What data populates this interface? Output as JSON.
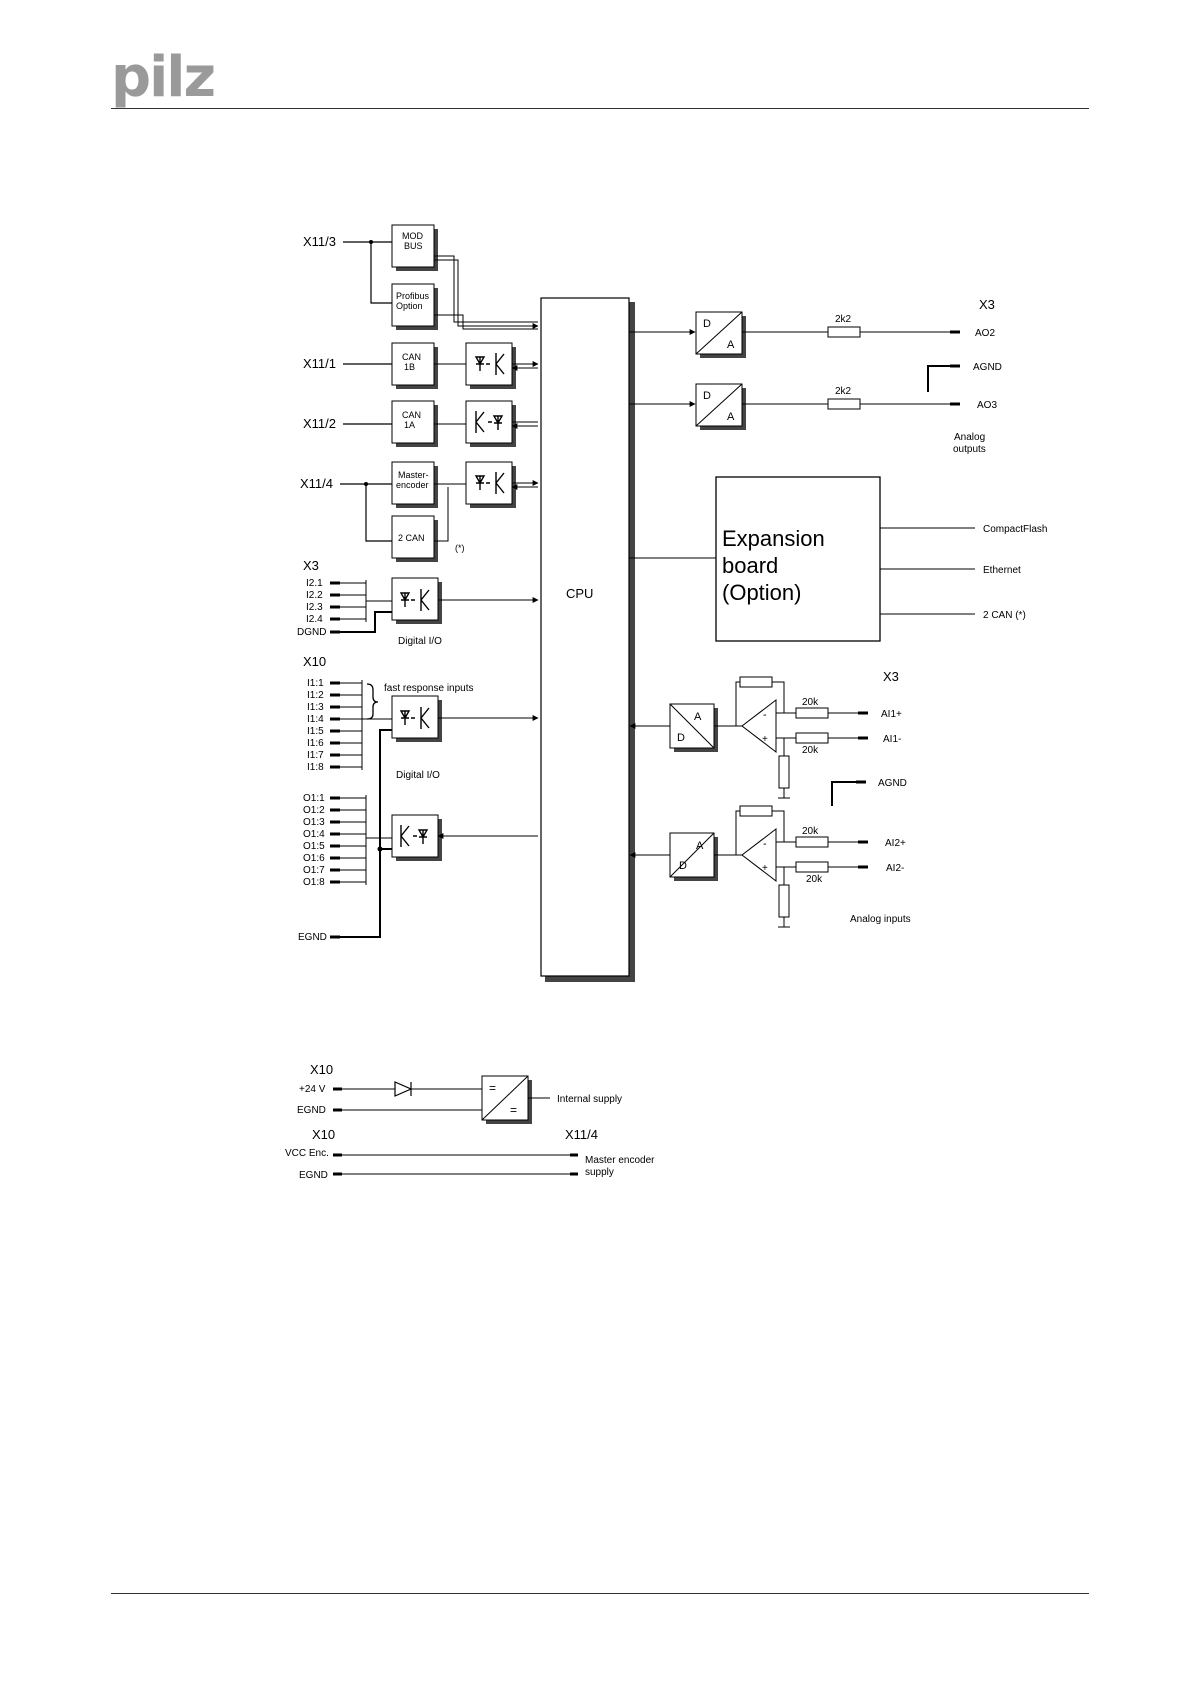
{
  "header": {
    "logo": "pilz"
  },
  "diagram": {
    "cpu_label": "CPU",
    "connectors": {
      "x11_3": "X11/3",
      "x11_1": "X11/1",
      "x11_2": "X11/2",
      "x11_4": "X11/4",
      "x3_inputs": "X3",
      "x10_inputs": "X10",
      "x3_outputs": "X3",
      "x3_analog_in": "X3"
    },
    "blocks": {
      "modbus": [
        "MOD",
        "BUS"
      ],
      "profibus": [
        "Profibus",
        "Option"
      ],
      "can1b": [
        "CAN",
        "1B"
      ],
      "can1a": [
        "CAN",
        "1A"
      ],
      "master_encoder": [
        "Master-",
        "encoder"
      ],
      "can2": "2  CAN",
      "can2_note": "(*)",
      "expansion": [
        "Expansion",
        "board",
        "(Option)"
      ]
    },
    "expansion_outputs": [
      "CompactFlash",
      "Ethernet",
      "2  CAN (*)"
    ],
    "x3_inputs": [
      "I2.1",
      "I2.2",
      "I2.3",
      "I2.4"
    ],
    "dgnd": "DGND",
    "digital_io_1": "Digital I/O",
    "x10_inputs": [
      "I1:1",
      "I1:2",
      "I1:3",
      "I1:4",
      "I1:5",
      "I1:6",
      "I1:7",
      "I1:8"
    ],
    "fast_response": "fast response inputs",
    "digital_io_2": "Digital I/O",
    "x10_outputs": [
      "O1:1",
      "O1:2",
      "O1:3",
      "O1:4",
      "O1:5",
      "O1:6",
      "O1:7",
      "O1:8"
    ],
    "egnd": "EGND",
    "analog_outputs": {
      "resistor": "2k2",
      "ao2": "AO2",
      "agnd": "AGND",
      "ao3": "AO3",
      "label": [
        "Analog",
        "outputs"
      ]
    },
    "analog_inputs": {
      "resistor": "20k",
      "ai1p": "AI1+",
      "ai1m": "AI1-",
      "agnd": "AGND",
      "ai2p": "AI2+",
      "ai2m": "AI2-",
      "label": "Analog inputs"
    },
    "converter": {
      "da_d": "D",
      "da_a": "A",
      "ad_a": "A",
      "ad_d": "D"
    },
    "opamp": {
      "minus": "-",
      "plus": "+"
    }
  },
  "supply": {
    "x10": "X10",
    "plus24": "+24 V",
    "egnd": "EGND",
    "internal_supply": "Internal supply",
    "converter_symbol": "=",
    "x10_b": "X10",
    "x11_4": "X11/4",
    "vcc_enc": "VCC Enc.",
    "egnd_b": "EGND",
    "master_encoder_supply": [
      "Master encoder",
      "supply"
    ]
  }
}
